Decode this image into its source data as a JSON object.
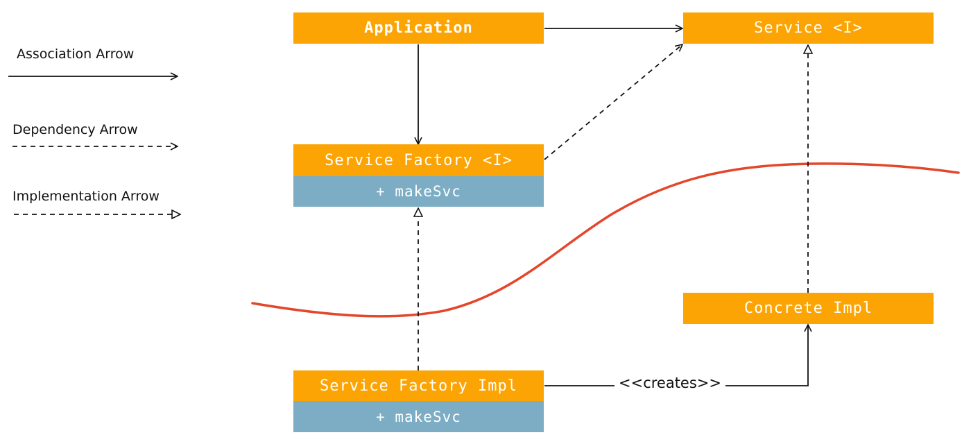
{
  "legend": {
    "association": "Association Arrow",
    "dependency": "Dependency Arrow",
    "implementation": "Implementation Arrow"
  },
  "nodes": {
    "application": {
      "title": "Application"
    },
    "service": {
      "title": "Service <I>"
    },
    "service_factory": {
      "title": "Service Factory <I>",
      "method": "+ makeSvc"
    },
    "service_factory_impl": {
      "title": "Service Factory Impl",
      "method": "+ makeSvc"
    },
    "concrete_impl": {
      "title": "Concrete Impl"
    }
  },
  "edges": [
    {
      "from": "application",
      "to": "service",
      "kind": "association"
    },
    {
      "from": "application",
      "to": "service_factory",
      "kind": "association"
    },
    {
      "from": "service_factory",
      "to": "service",
      "kind": "dependency"
    },
    {
      "from": "concrete_impl",
      "to": "service",
      "kind": "implementation"
    },
    {
      "from": "service_factory_impl",
      "to": "service_factory",
      "kind": "implementation"
    },
    {
      "from": "service_factory_impl",
      "to": "concrete_impl",
      "kind": "association",
      "label": "<<creates>>"
    }
  ],
  "colors": {
    "box": "#fca404",
    "method_row": "#7cadc4",
    "boundary_curve": "#e4462a",
    "line": "#111111"
  }
}
